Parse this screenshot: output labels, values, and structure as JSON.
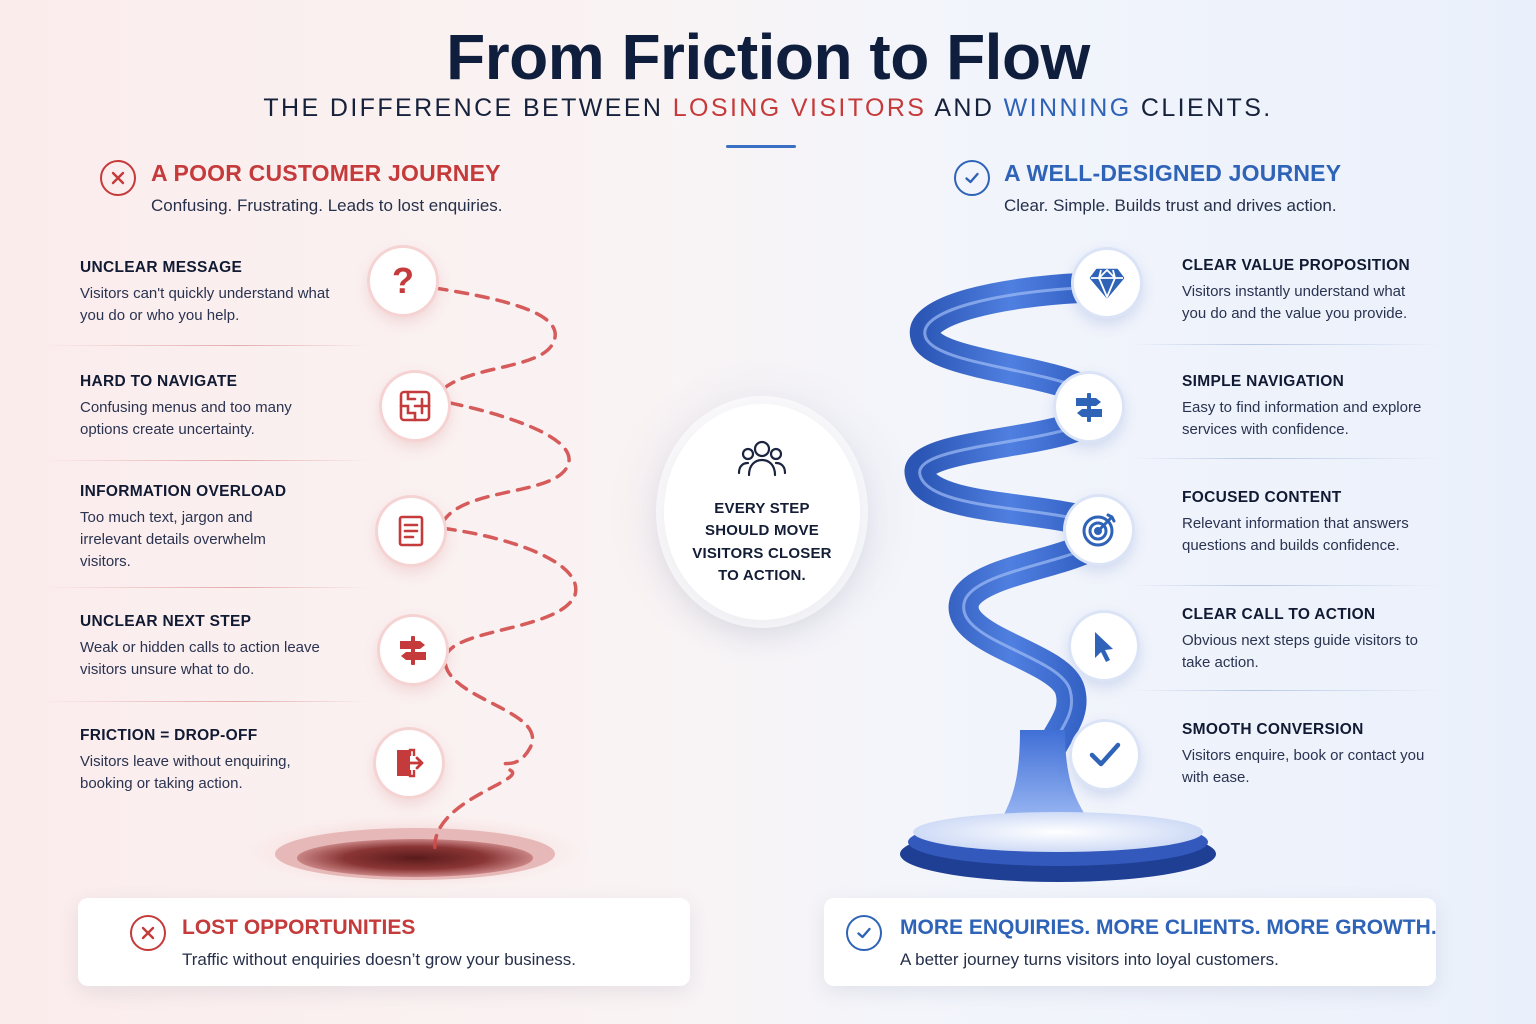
{
  "header": {
    "title": "From Friction to Flow",
    "subtitle_parts": [
      "THE DIFFERENCE BETWEEN ",
      "LOSING VISITORS",
      " AND ",
      "WINNING",
      " CLIENTS."
    ]
  },
  "colors": {
    "poor_accent": "#c53a3a",
    "good_accent": "#2e63b8",
    "title": "#0f1e3d"
  },
  "poor": {
    "icon": "x-circle-icon",
    "title": "A POOR CUSTOMER JOURNEY",
    "subtitle": "Confusing. Frustrating. Leads to lost enquiries.",
    "items": [
      {
        "icon": "question-mark-icon",
        "title": "UNCLEAR MESSAGE",
        "desc": "Visitors can't quickly understand what you do or who you help."
      },
      {
        "icon": "maze-icon",
        "title": "HARD TO NAVIGATE",
        "desc": "Confusing menus and too many options create uncertainty."
      },
      {
        "icon": "document-icon",
        "title": "INFORMATION OVERLOAD",
        "desc": "Too much text, jargon and irrelevant details overwhelm visitors."
      },
      {
        "icon": "signpost-icon",
        "title": "UNCLEAR NEXT STEP",
        "desc": "Weak or hidden calls to action leave visitors unsure what to do."
      },
      {
        "icon": "exit-door-icon",
        "title": "FRICTION = DROP-OFF",
        "desc": "Visitors leave without enquiring, booking or taking action."
      }
    ],
    "footer": {
      "icon": "x-circle-icon",
      "title": "LOST OPPORTUNITIES",
      "subtitle": "Traffic without enquiries doesn’t grow your business."
    }
  },
  "good": {
    "icon": "check-circle-icon",
    "title": "A WELL-DESIGNED JOURNEY",
    "subtitle": "Clear. Simple. Builds trust and drives action.",
    "items": [
      {
        "icon": "diamond-icon",
        "title": "CLEAR VALUE PROPOSITION",
        "desc": "Visitors instantly understand what you do and the value you provide."
      },
      {
        "icon": "signpost-icon",
        "title": "SIMPLE NAVIGATION",
        "desc": "Easy to find information and explore services with confidence."
      },
      {
        "icon": "target-icon",
        "title": "FOCUSED CONTENT",
        "desc": "Relevant information that answers questions and builds confidence."
      },
      {
        "icon": "cursor-icon",
        "title": "CLEAR CALL TO ACTION",
        "desc": "Obvious next steps guide visitors to take action."
      },
      {
        "icon": "checkmark-icon",
        "title": "SMOOTH CONVERSION",
        "desc": "Visitors enquire, book or contact you with ease."
      }
    ],
    "footer": {
      "icon": "check-circle-icon",
      "title": "MORE ENQUIRIES. MORE CLIENTS. MORE GROWTH.",
      "subtitle": "A better journey turns visitors into loyal customers."
    }
  },
  "center": {
    "icon": "people-group-icon",
    "lines": [
      "EVERY STEP",
      "SHOULD MOVE",
      "VISITORS CLOSER",
      "TO ACTION."
    ]
  }
}
